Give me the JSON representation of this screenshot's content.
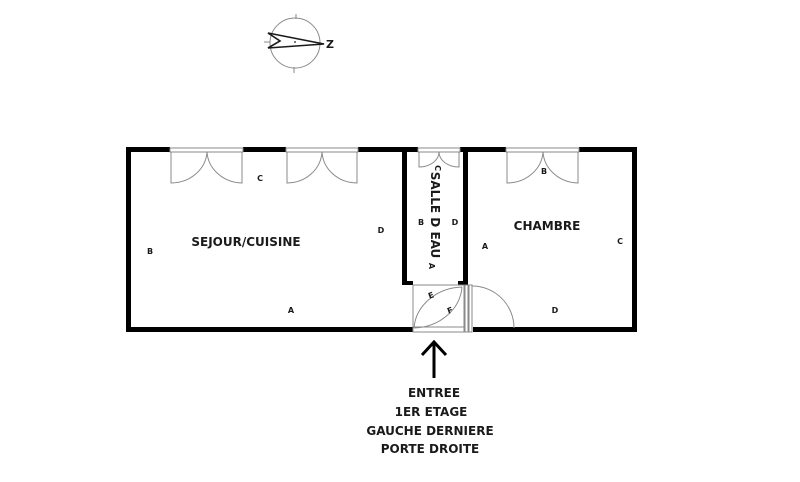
{
  "compass": {
    "north_label": "Z",
    "orientation": "north pointing right"
  },
  "rooms": [
    {
      "name": "SEJOUR/CUISINE",
      "walls": {
        "top": "C",
        "right": "D",
        "bottom": "A",
        "left": "B"
      }
    },
    {
      "name": "SALLE D EAU",
      "walls": {
        "top": "C",
        "right": "D",
        "bottom": "A",
        "left": "B"
      }
    },
    {
      "name": "CHAMBRE",
      "walls": {
        "top": "B",
        "right": "C",
        "bottom": "D",
        "left": "A"
      }
    }
  ],
  "entry_hall": {
    "walls": {
      "e": "E",
      "f": "F"
    }
  },
  "entrance": {
    "lines": [
      "ENTREE",
      "1ER ETAGE",
      "GAUCHE DERNIERE",
      "PORTE DROITE"
    ]
  },
  "colors": {
    "wall": "#000000",
    "fixture": "#8a8a8a",
    "text": "#1a1a1a",
    "background": "#ffffff"
  }
}
